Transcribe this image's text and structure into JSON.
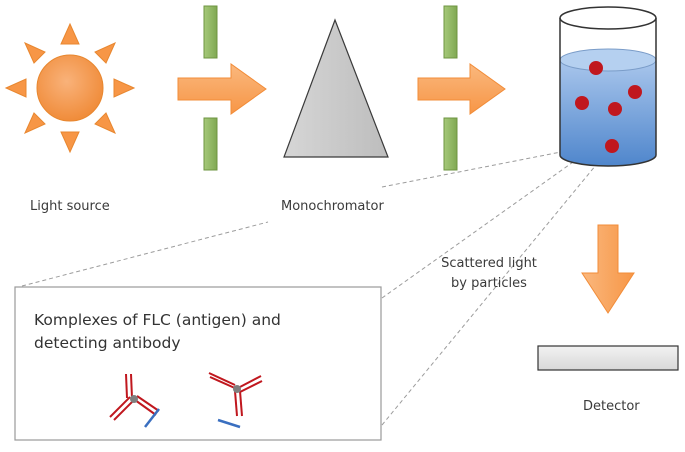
{
  "labels": {
    "light_source": "Light source",
    "monochromator": "Monochromator",
    "scattered_line1": "Scattered light",
    "scattered_line2": "by particles",
    "detector": "Detector"
  },
  "box": {
    "title_line1": "Komplexes of FLC (antigen) and",
    "title_line2": "detecting antibody"
  },
  "colors": {
    "sun": "#F79646",
    "arrow": "#F9A45C",
    "slit": "#8DB55D",
    "prism": "#C8C8C8",
    "liquid": "#5B8ED0",
    "particle": "#C0171E",
    "antibody_heavy": "#C0171E",
    "antibody_antigen": "#3A6FC0",
    "detector": "#E4E4E4"
  },
  "icons": [
    "sun-icon",
    "arrow-icon",
    "slit-icon",
    "prism-icon",
    "cuvette-icon",
    "particle-icon",
    "antibody-icon",
    "detector-icon"
  ]
}
